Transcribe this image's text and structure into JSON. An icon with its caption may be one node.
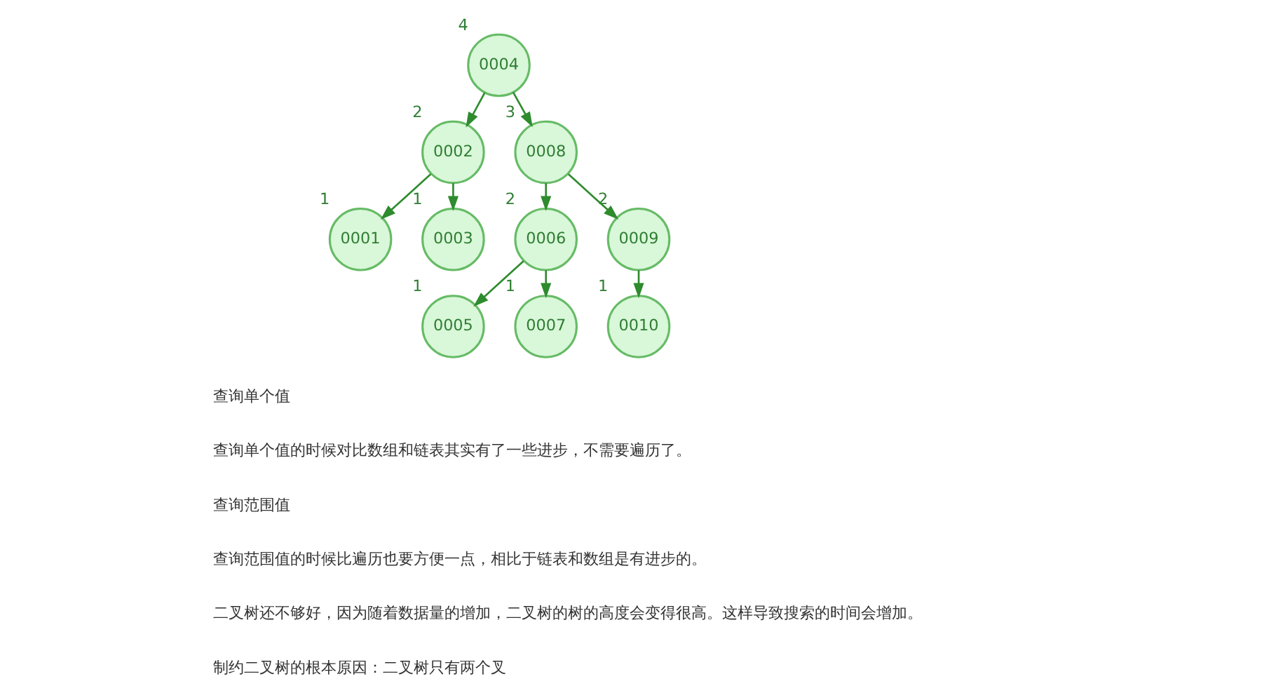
{
  "diagram": {
    "nodes": [
      {
        "text": [
          "0004"
        ],
        "beside": [
          "4"
        ]
      },
      {
        "text": [
          "0002"
        ],
        "beside": [
          "2"
        ]
      },
      {
        "text": [
          "0008"
        ],
        "beside": [
          "3"
        ]
      },
      {
        "text": [
          "0001"
        ],
        "beside": [
          "1"
        ]
      },
      {
        "text": [
          "0003"
        ],
        "beside": [
          "1"
        ]
      },
      {
        "text": [
          "0006"
        ],
        "beside": [
          "2"
        ]
      },
      {
        "text": [
          "0009"
        ],
        "beside": [
          "2"
        ]
      },
      {
        "text": [
          "0005"
        ],
        "beside": [
          "1"
        ]
      },
      {
        "text": [
          "0007"
        ],
        "beside": [
          "1"
        ]
      },
      {
        "text": [
          "0010"
        ],
        "beside": [
          "1"
        ]
      }
    ],
    "edges": [
      {
        "from": 0,
        "to": 1,
        "arrow": "to"
      },
      {
        "from": 0,
        "to": 2,
        "arrow": "to"
      },
      {
        "from": 1,
        "to": 3,
        "arrow": "to"
      },
      {
        "from": 1,
        "to": 4,
        "arrow": "to"
      },
      {
        "from": 2,
        "to": 5,
        "arrow": "to"
      },
      {
        "from": 2,
        "to": 6,
        "arrow": "to"
      },
      {
        "from": 5,
        "to": 7,
        "arrow": "to"
      },
      {
        "from": 5,
        "to": 8,
        "arrow": "to"
      },
      {
        "from": 6,
        "to": 9,
        "arrow": "to"
      }
    ],
    "labels": [
      "查询单个值",
      "查询单个值的时候对比数组和链表其实有了一些进步，不需要遍历了。",
      "查询范围值",
      "查询范围值的时候比遍历也要方便一点，相比于链表和数组是有进步的。",
      "二叉树还不够好，因为随着数据量的增加，二叉树的树的高度会变得很高。这样导致搜索的时间会增加。",
      "制约二叉树的根本原因：二叉树只有两个叉"
    ]
  }
}
